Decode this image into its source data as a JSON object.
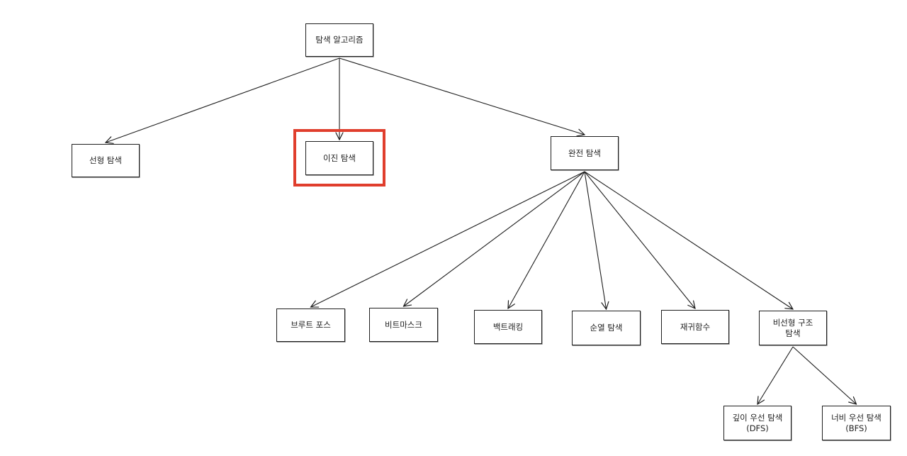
{
  "colors": {
    "stroke": "#1e1e1e",
    "highlight": "#e03e2d",
    "background": "#ffffff"
  },
  "nodes": {
    "root": {
      "label": "탐색 알고리즘"
    },
    "linear": {
      "label": "선형 탐색"
    },
    "binary": {
      "label": "이진 탐색",
      "highlighted": true
    },
    "complete": {
      "label": "완전 탐색"
    },
    "brute": {
      "label": "브루트 포스"
    },
    "bitmask": {
      "label": "비트마스크"
    },
    "backtrack": {
      "label": "백트래킹"
    },
    "perm": {
      "label": "순열 탐색"
    },
    "recursion": {
      "label": "재귀함수"
    },
    "nonlinear": {
      "label": "비선형 구조\n탐색"
    },
    "dfs": {
      "label": "깊이 우선 탐색\n(DFS)"
    },
    "bfs": {
      "label": "너비 우선 탐색\n(BFS)"
    }
  },
  "edges": [
    [
      "root",
      "linear"
    ],
    [
      "root",
      "binary"
    ],
    [
      "root",
      "complete"
    ],
    [
      "complete",
      "brute"
    ],
    [
      "complete",
      "bitmask"
    ],
    [
      "complete",
      "backtrack"
    ],
    [
      "complete",
      "perm"
    ],
    [
      "complete",
      "recursion"
    ],
    [
      "complete",
      "nonlinear"
    ],
    [
      "nonlinear",
      "dfs"
    ],
    [
      "nonlinear",
      "bfs"
    ]
  ]
}
